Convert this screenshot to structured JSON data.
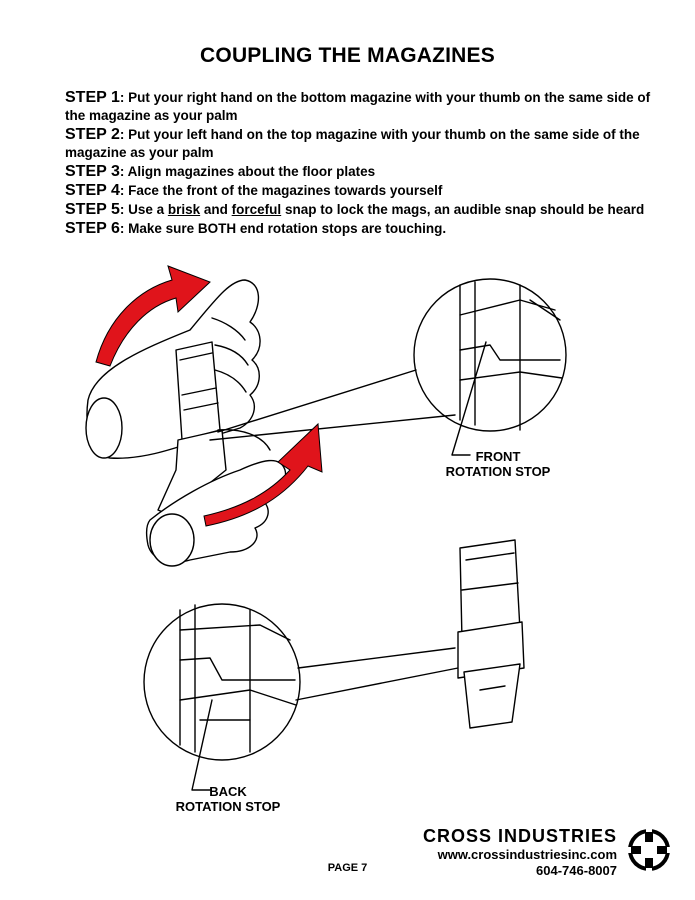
{
  "title": "COUPLING THE MAGAZINES",
  "steps": [
    {
      "label": "STEP 1",
      "text": ": Put your right hand on the bottom magazine with your thumb on the same side of the magazine as your palm"
    },
    {
      "label": "STEP 2",
      "text": ": Put your left hand on the top magazine with your thumb on the same side of the magazine as your palm"
    },
    {
      "label": "STEP 3",
      "text": ": Align magazines about the floor plates"
    },
    {
      "label": "STEP 4",
      "text": ": Face the front of the magazines towards yourself"
    },
    {
      "label": "STEP 5",
      "text_a": ": Use a ",
      "brisk": "brisk",
      "text_b": " and ",
      "forceful": "forceful",
      "text_c": " snap to lock the mags, an audible snap should be heard"
    },
    {
      "label": "STEP 6",
      "text": ": Make sure BOTH end rotation stops are touching."
    }
  ],
  "callouts": {
    "front_line1": "FRONT",
    "front_line2": "ROTATION STOP",
    "back_line1": "BACK",
    "back_line2": "ROTATION STOP"
  },
  "brand": {
    "name": "CROSS INDUSTRIES",
    "website": "www.crossindustriesinc.com",
    "phone": "604-746-8007"
  },
  "page": "PAGE 7",
  "colors": {
    "arrow": "#e0141b",
    "line": "#000000"
  }
}
